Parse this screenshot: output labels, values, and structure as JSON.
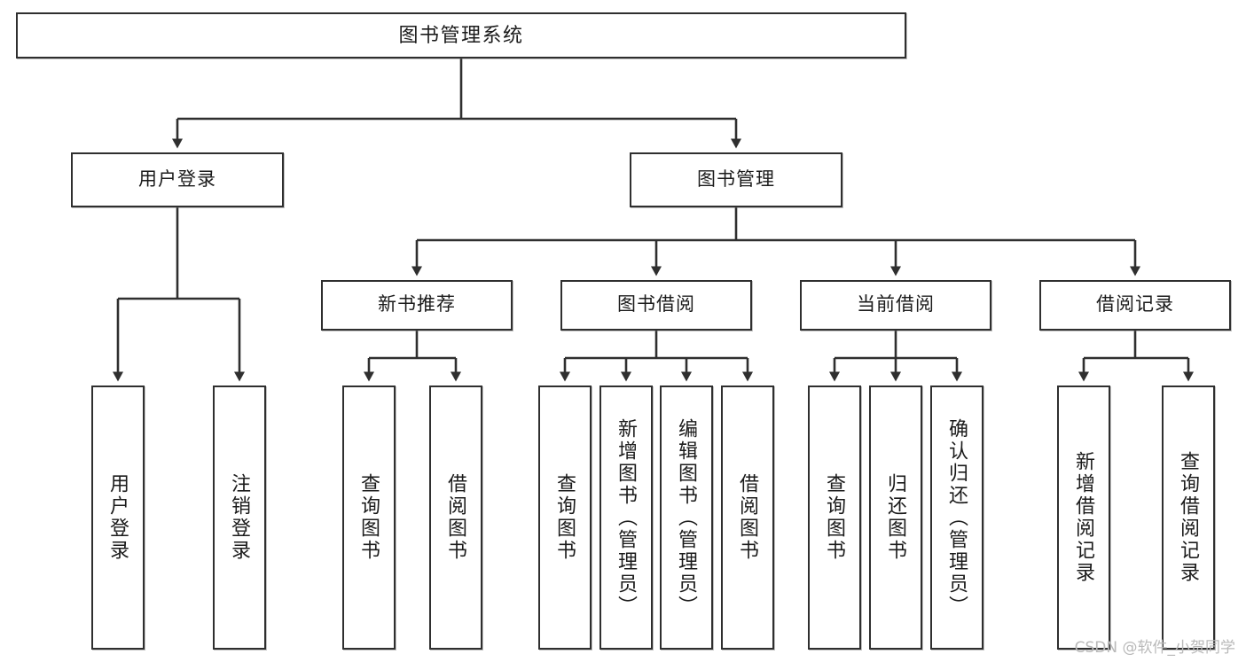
{
  "diagram": {
    "type": "tree-hierarchy-chart",
    "title": "图书管理系统",
    "background_color": "#ffffff",
    "node_border_color": "#2f2f2f",
    "node_fill_color": "#ffffff",
    "edge_color": "#2f2f2f",
    "text_color": "#1b1b1b"
  },
  "nodes": {
    "root": {
      "label": "图书管理系统"
    },
    "level2": [
      {
        "id": "user-login",
        "label": "用户登录"
      },
      {
        "id": "book-manage",
        "label": "图书管理"
      }
    ],
    "level3": [
      {
        "id": "new-book-recommend",
        "label": "新书推荐"
      },
      {
        "id": "book-borrow",
        "label": "图书借阅"
      },
      {
        "id": "current-borrow",
        "label": "当前借阅"
      },
      {
        "id": "borrow-record",
        "label": "借阅记录"
      }
    ],
    "leaves": {
      "user_login": [
        {
          "id": "leaf-user-login",
          "label": "用户登录"
        },
        {
          "id": "leaf-logout-login",
          "label": "注销登录"
        }
      ],
      "new_book_recommend": [
        {
          "id": "leaf-query-book-1",
          "label": "查询图书"
        },
        {
          "id": "leaf-borrow-book-1",
          "label": "借阅图书"
        }
      ],
      "book_borrow": [
        {
          "id": "leaf-query-book-2",
          "label": "查询图书"
        },
        {
          "id": "leaf-add-book",
          "label": "新增图书（管理员）"
        },
        {
          "id": "leaf-edit-book",
          "label": "编辑图书（管理员）"
        },
        {
          "id": "leaf-borrow-book-2",
          "label": "借阅图书"
        }
      ],
      "current_borrow": [
        {
          "id": "leaf-query-book-3",
          "label": "查询图书"
        },
        {
          "id": "leaf-return-book",
          "label": "归还图书"
        },
        {
          "id": "leaf-confirm-return",
          "label": "确认归还（管理员）"
        }
      ],
      "borrow_record": [
        {
          "id": "leaf-add-record",
          "label": "新增借阅记录"
        },
        {
          "id": "leaf-query-record",
          "label": "查询借阅记录"
        }
      ]
    }
  },
  "watermark": {
    "text": "CSDN @软件_小贺同学"
  }
}
